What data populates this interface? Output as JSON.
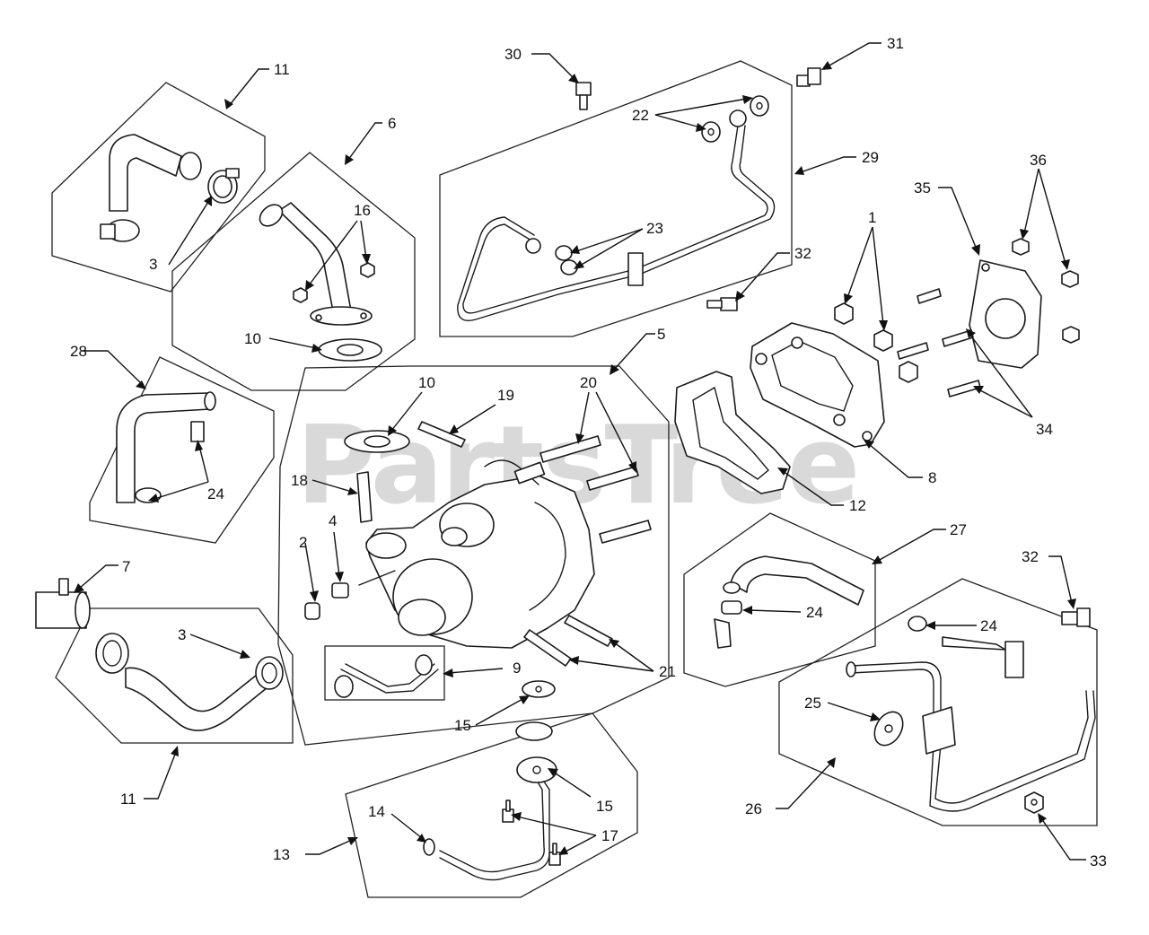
{
  "watermark": "PartsTree",
  "callouts": {
    "c1": "1",
    "c2": "2",
    "c3a": "3",
    "c3b": "3",
    "c4": "4",
    "c5": "5",
    "c6": "6",
    "c7": "7",
    "c8": "8",
    "c9": "9",
    "c10a": "10",
    "c10b": "10",
    "c11a": "11",
    "c11b": "11",
    "c12": "12",
    "c13": "13",
    "c14": "14",
    "c15a": "15",
    "c15b": "15",
    "c16": "16",
    "c17": "17",
    "c18": "18",
    "c19": "19",
    "c20": "20",
    "c21": "21",
    "c22": "22",
    "c23": "23",
    "c24a": "24",
    "c24b": "24",
    "c24c": "24",
    "c25": "25",
    "c26": "26",
    "c27": "27",
    "c28": "28",
    "c29": "29",
    "c30": "30",
    "c31": "31",
    "c32a": "32",
    "c32b": "32",
    "c33": "33",
    "c34": "34",
    "c35": "35",
    "c36": "36"
  }
}
